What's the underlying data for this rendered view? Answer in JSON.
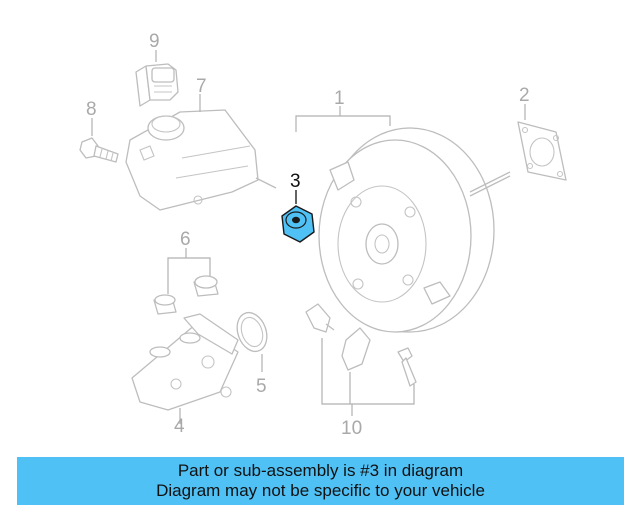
{
  "callouts": {
    "c1": "1",
    "c2": "2",
    "c3": "3",
    "c4": "4",
    "c5": "5",
    "c6": "6",
    "c7": "7",
    "c8": "8",
    "c9": "9",
    "c10": "10"
  },
  "highlight_color": "#4fc1f5",
  "banner": {
    "line1": "Part or sub-assembly is #3 in diagram",
    "line2": "Diagram may not be specific to your vehicle"
  }
}
